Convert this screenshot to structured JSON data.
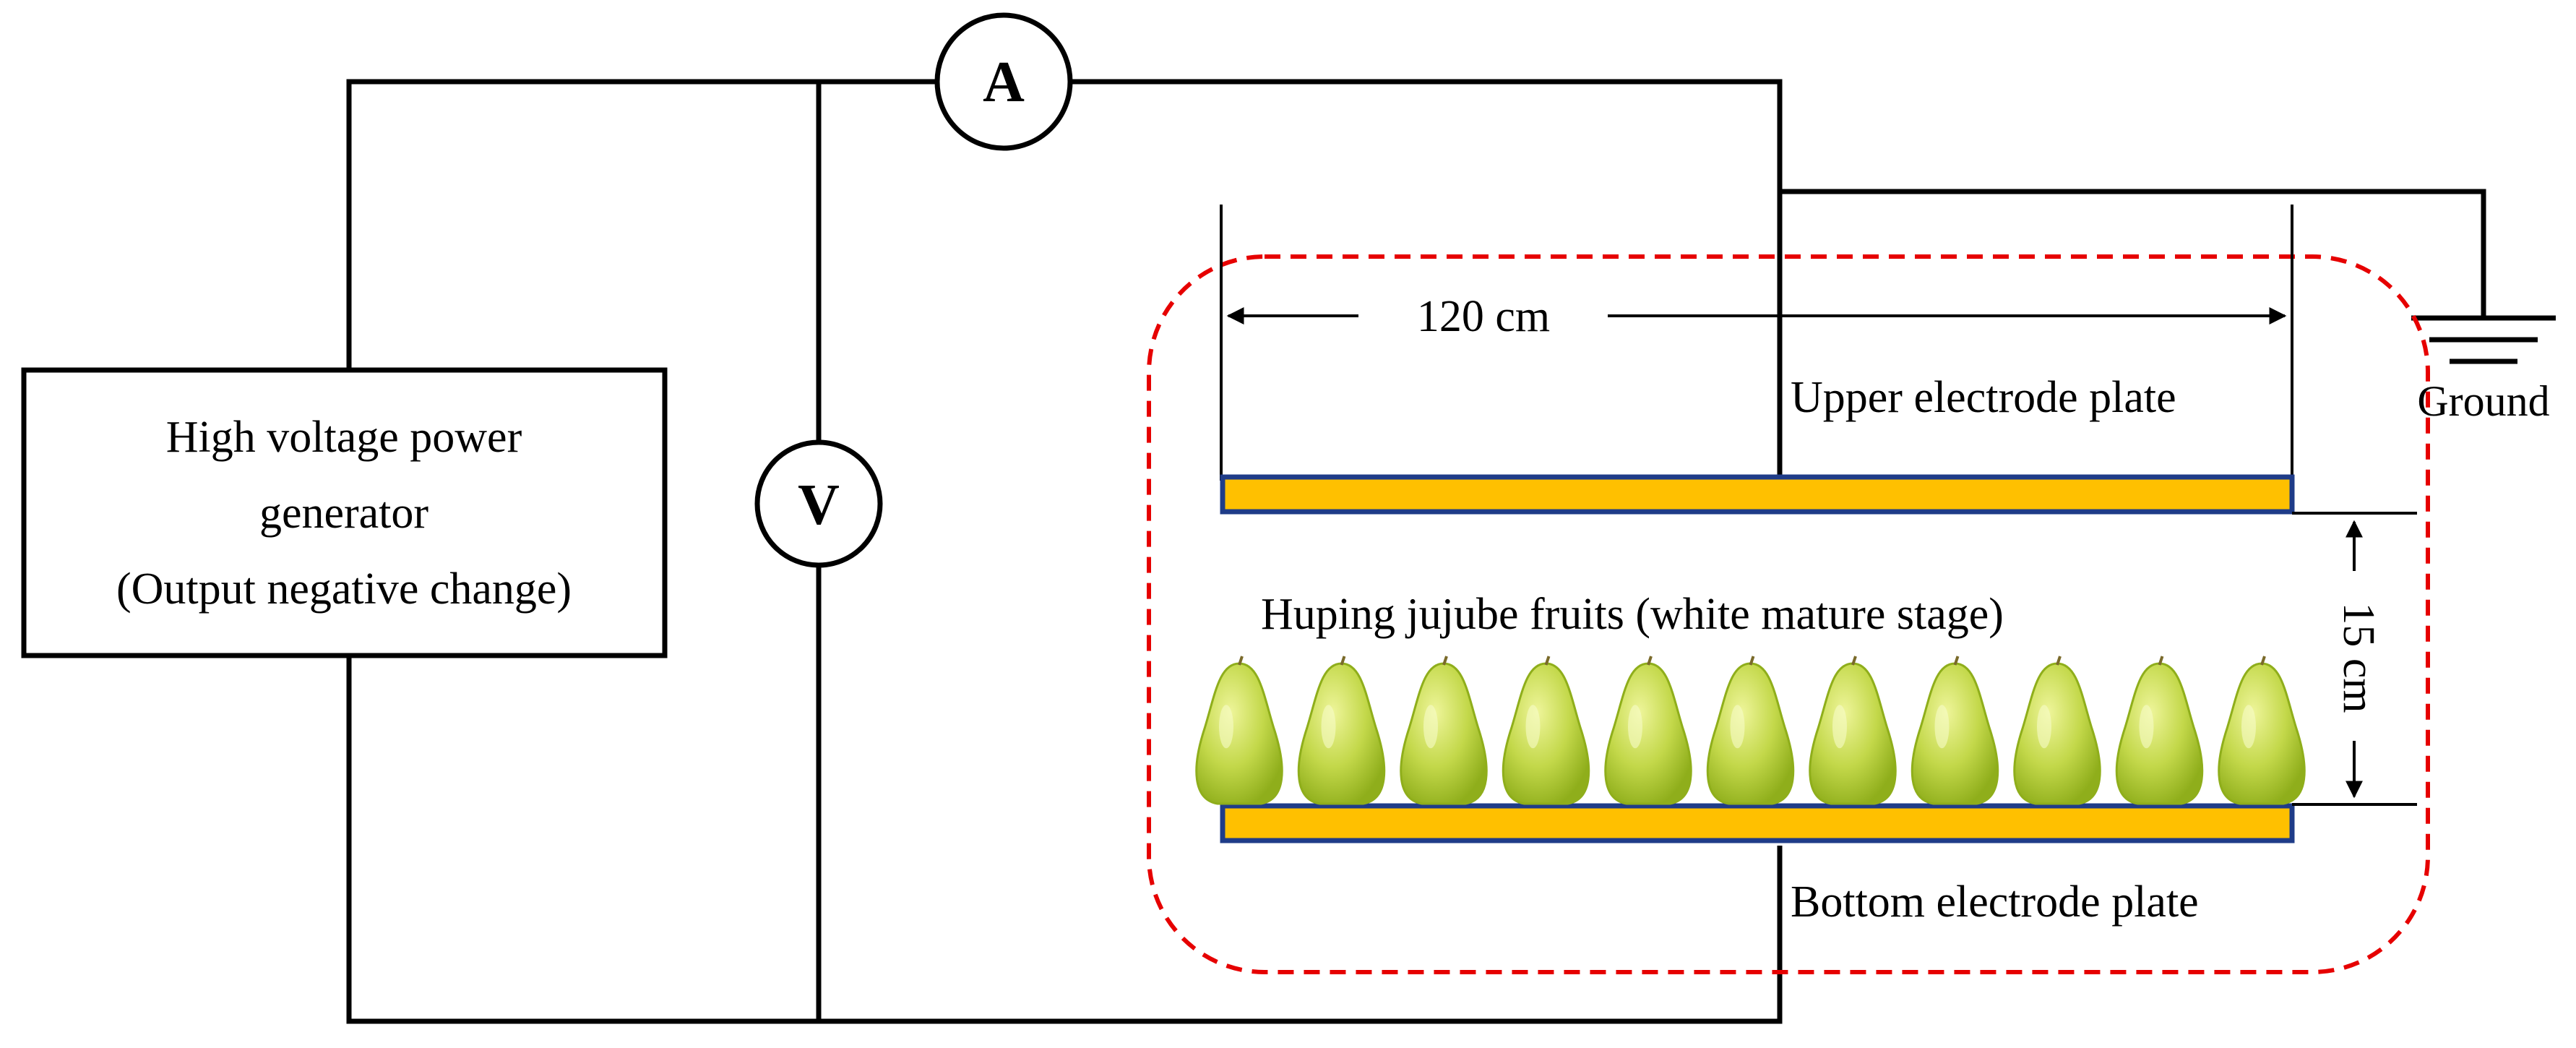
{
  "power_supply": {
    "line1": "High voltage power",
    "line2": "generator",
    "line3": "(Output negative change)"
  },
  "ammeter": {
    "symbol": "A"
  },
  "voltmeter": {
    "symbol": "V"
  },
  "ground": {
    "label": "Ground"
  },
  "upper_plate": {
    "label": "Upper electrode plate"
  },
  "bottom_plate": {
    "label": "Bottom electrode plate"
  },
  "plate_length": {
    "label": "120 cm"
  },
  "plate_gap": {
    "label": "15 cm"
  },
  "fruits": {
    "label": "Huping jujube fruits (white mature stage)",
    "count": 11
  },
  "colors": {
    "plate_fill": "#ffc000",
    "plate_border": "#1f3c88",
    "chamber_outline": "#e60000",
    "fruit_light": "#e6f08c",
    "fruit_dark": "#8fae1b"
  }
}
